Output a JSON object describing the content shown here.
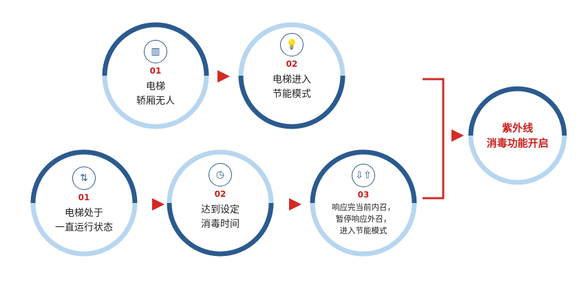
{
  "colors": {
    "dark": "#2b5a8f",
    "light": "#b7d6ef",
    "accent": "#d42a24"
  },
  "top_row": [
    {
      "number": "01",
      "line1": "电梯",
      "line2": "轿厢无人",
      "icon": "elevator-car-icon"
    },
    {
      "number": "02",
      "line1": "电梯进入",
      "line2": "节能模式",
      "icon": "lightbulb-icon"
    }
  ],
  "bottom_row": [
    {
      "number": "01",
      "line1": "电梯处于",
      "line2": "一直运行状态",
      "icon": "elevator-icon"
    },
    {
      "number": "02",
      "line1": "达到设定",
      "line2": "消毒时间",
      "icon": "clock-icon"
    },
    {
      "number": "03",
      "line1": "响应完当前内召，",
      "line2": "暂停响应外召，",
      "line3": "进入节能模式",
      "icon": "up-down-arrows-icon"
    }
  ],
  "result": {
    "line1": "紫外线",
    "line2": "消毒功能开启"
  }
}
